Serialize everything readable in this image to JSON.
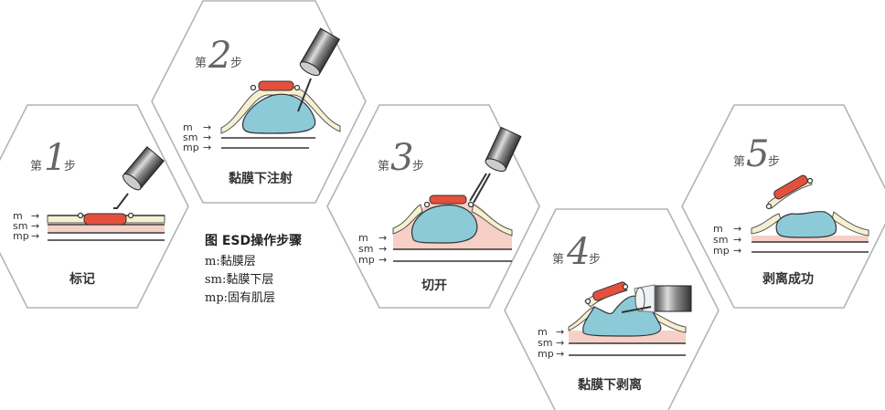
{
  "steps": [
    {
      "prefix": "第",
      "number": "1",
      "suffix": "步",
      "caption": "标记"
    },
    {
      "prefix": "第",
      "number": "2",
      "suffix": "步",
      "caption": "黏膜下注射"
    },
    {
      "prefix": "第",
      "number": "3",
      "suffix": "步",
      "caption": "切开"
    },
    {
      "prefix": "第",
      "number": "4",
      "suffix": "步",
      "caption": "黏膜下剥离"
    },
    {
      "prefix": "第",
      "number": "5",
      "suffix": "步",
      "caption": "剥离成功"
    }
  ],
  "layer_labels": {
    "m": "m",
    "sm": "sm",
    "mp": "mp",
    "arrow": "→"
  },
  "legend": {
    "title": "图 ESD操作步骤",
    "items": [
      "m:黏膜层",
      "sm:黏膜下层",
      "mp:固有肌层"
    ]
  },
  "colors": {
    "hex_border": "#b4b4b4",
    "mucosa": "#f7f0d0",
    "submucosa": "#f6d0c6",
    "lesion": "#e5503e",
    "injection_fluid": "#8ccad8"
  }
}
